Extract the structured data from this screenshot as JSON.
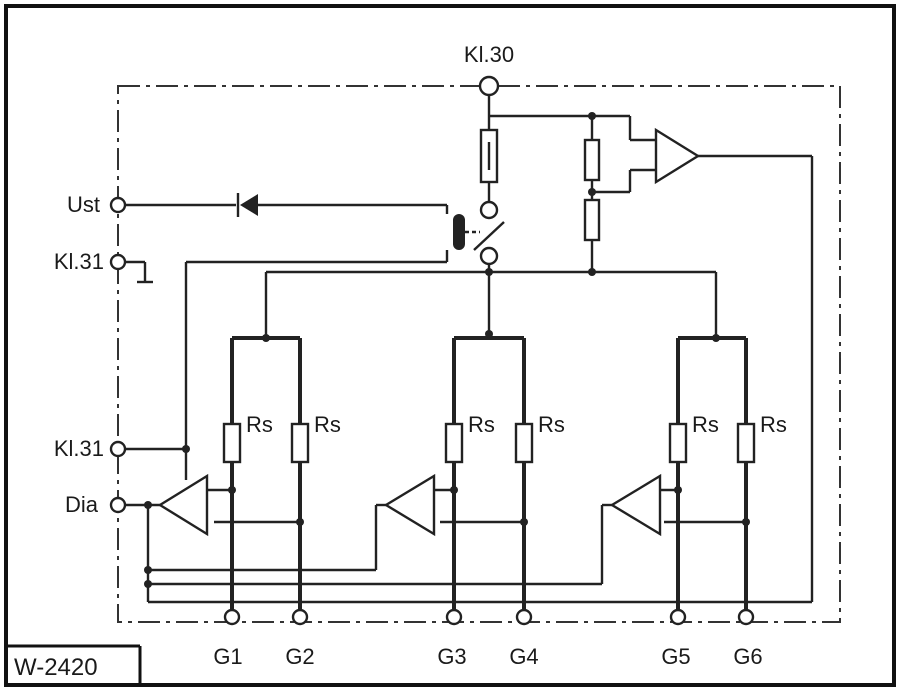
{
  "diagram": {
    "code": "W-2420",
    "top_terminal": "Kl.30",
    "left_terminals": {
      "ust": "Ust",
      "kl31_top": "Kl.31",
      "kl31_bottom": "Kl.31",
      "dia": "Dia"
    },
    "resistor_label": "Rs",
    "outputs": [
      "G1",
      "G2",
      "G3",
      "G4",
      "G5",
      "G6"
    ]
  }
}
